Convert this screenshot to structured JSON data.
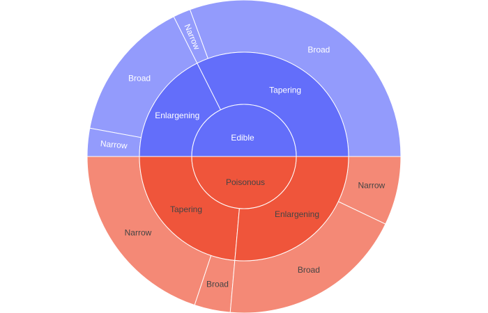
{
  "chart_data": {
    "type": "sunburst",
    "title": "",
    "start_angle_deg": 0,
    "direction": "counterclockwise",
    "nodes": [
      {
        "id": "edible",
        "label": "Edible",
        "parent": "",
        "level": 1,
        "value": 50,
        "color": "#636efa",
        "text_color": "#ffffff"
      },
      {
        "id": "poisonous",
        "label": "Poisonous",
        "parent": "",
        "level": 1,
        "value": 50,
        "color": "#ef553b",
        "text_color": "#444444"
      },
      {
        "id": "edible-tapering",
        "label": "Tapering",
        "parent": "edible",
        "level": 2,
        "value": 32.4,
        "color": "#636efa",
        "text_color": "#ffffff"
      },
      {
        "id": "edible-enlargening",
        "label": "Enlargening",
        "parent": "edible",
        "level": 2,
        "value": 17.6,
        "color": "#636efa",
        "text_color": "#ffffff"
      },
      {
        "id": "poisonous-tapering",
        "label": "Tapering",
        "parent": "poisonous",
        "level": 2,
        "value": 23.6,
        "color": "#ef553b",
        "text_color": "#444444"
      },
      {
        "id": "poisonous-enlargening",
        "label": "Enlargening",
        "parent": "poisonous",
        "level": 2,
        "value": 26.4,
        "color": "#ef553b",
        "text_color": "#444444"
      },
      {
        "id": "edible-tapering-broad",
        "label": "Broad",
        "parent": "edible-tapering",
        "level": 3,
        "value": 30.6,
        "color": "#939bfc",
        "text_color": "#ffffff"
      },
      {
        "id": "edible-tapering-narrow",
        "label": "Narrow",
        "parent": "edible-tapering",
        "level": 3,
        "value": 1.8,
        "color": "#939bfc",
        "text_color": "#ffffff"
      },
      {
        "id": "edible-enlargening-broad",
        "label": "Broad",
        "parent": "edible-enlargening",
        "level": 3,
        "value": 14.7,
        "color": "#939bfc",
        "text_color": "#ffffff"
      },
      {
        "id": "edible-enlargening-narrow",
        "label": "Narrow",
        "parent": "edible-enlargening",
        "level": 3,
        "value": 2.9,
        "color": "#939bfc",
        "text_color": "#ffffff"
      },
      {
        "id": "poisonous-tapering-narrow",
        "label": "Narrow",
        "parent": "poisonous-tapering",
        "level": 3,
        "value": 19.9,
        "color": "#f48976",
        "text_color": "#444444"
      },
      {
        "id": "poisonous-tapering-broad",
        "label": "Broad",
        "parent": "poisonous-tapering",
        "level": 3,
        "value": 3.7,
        "color": "#f48976",
        "text_color": "#444444"
      },
      {
        "id": "poisonous-enlargening-broad",
        "label": "Broad",
        "parent": "poisonous-enlargening",
        "level": 3,
        "value": 19.3,
        "color": "#f48976",
        "text_color": "#444444"
      },
      {
        "id": "poisonous-enlargening-narrow",
        "label": "Narrow",
        "parent": "poisonous-enlargening",
        "level": 3,
        "value": 7.1,
        "color": "#f48976",
        "text_color": "#444444"
      }
    ]
  }
}
